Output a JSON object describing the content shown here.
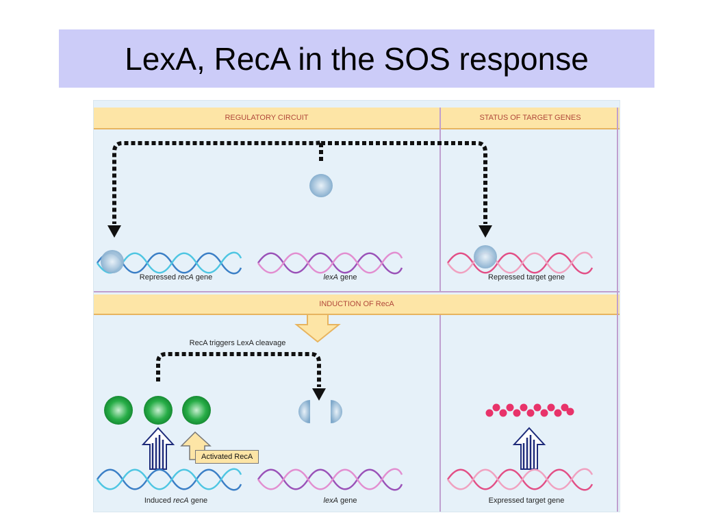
{
  "slide": {
    "title": "LexA, RecA in the SOS response"
  },
  "diagram": {
    "headers": {
      "regulatory_circuit": "REGULATORY CIRCUIT",
      "status_of_target_genes": "STATUS OF TARGET GENES",
      "induction_of_reca": "INDUCTION OF RecA"
    },
    "top_row": {
      "repressed_reca_prefix": "Repressed ",
      "repressed_reca_gene_name": "recA",
      "repressed_reca_suffix": " gene",
      "lexa_gene_name": "lexA",
      "lexa_gene_suffix": " gene",
      "repressed_target_gene": "Repressed target gene"
    },
    "bottom_row": {
      "trigger_caption": "RecA triggers LexA cleavage",
      "activated_reca": "Activated RecA",
      "induced_reca_prefix": "Induced ",
      "induced_reca_gene_name": "recA",
      "induced_reca_suffix": " gene",
      "lexa_gene_name": "lexA",
      "lexa_gene_suffix": " gene",
      "expressed_target_gene": "Expressed target gene"
    },
    "colors": {
      "reca_dna": "#3b7fc6",
      "lexa_dna": "#9a52b8",
      "target_dna": "#e24f86",
      "lexa_protein": "#8ab4d4",
      "reca_protein": "#1e9a3a",
      "target_protein": "#e8336a"
    }
  }
}
